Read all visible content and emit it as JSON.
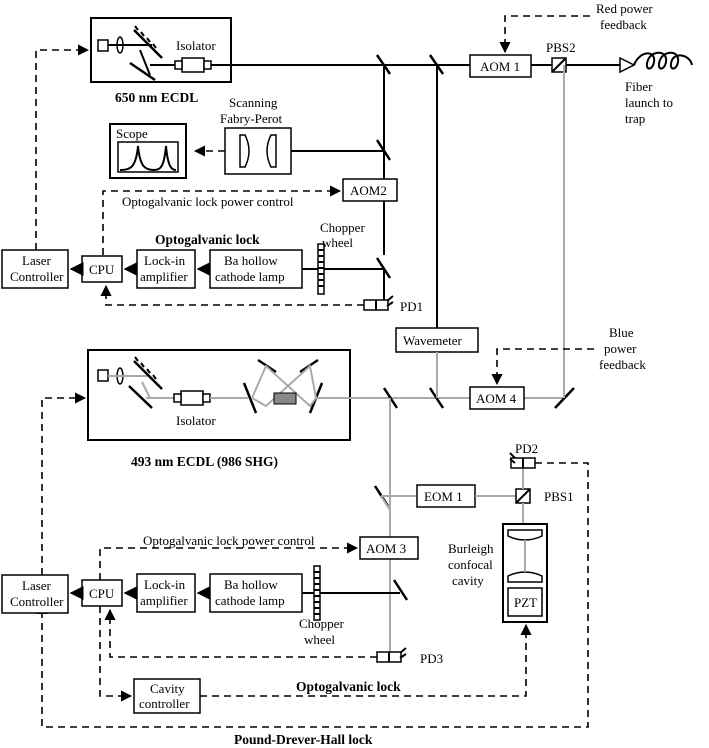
{
  "labels": {
    "ecdl650": "650 nm ECDL",
    "isolator_top": "Isolator",
    "aom1": "AOM 1",
    "pbs2": "PBS2",
    "red_feedback_1": "Red power",
    "red_feedback_2": "feedback",
    "fiber_1": "Fiber",
    "fiber_2": "launch to",
    "fiber_3": "trap",
    "scanning_1": "Scanning",
    "scanning_2": "Fabry-Perot",
    "scope": "Scope",
    "aom2": "AOM2",
    "og_power_top": "Optogalvanic lock power control",
    "og_lock_top": "Optogalvanic lock",
    "chopper_top_1": "Chopper",
    "chopper_top_2": "wheel",
    "laser_ctrl_top_1": "Laser",
    "laser_ctrl_top_2": "Controller",
    "cpu_top": "CPU",
    "lockin_top_1": "Lock-in",
    "lockin_top_2": "amplifier",
    "ba_top_1": "Ba hollow",
    "ba_top_2": "cathode lamp",
    "pd1": "PD1",
    "wavemeter": "Wavemeter",
    "blue_feedback_1": "Blue",
    "blue_feedback_2": "power",
    "blue_feedback_3": "feedback",
    "isolator_bottom": "Isolator",
    "aom4": "AOM 4",
    "ecdl493": "493 nm ECDL (986 SHG)",
    "pd2": "PD2",
    "eom1": "EOM 1",
    "pbs1": "PBS1",
    "burleigh_1": "Burleigh",
    "burleigh_2": "confocal",
    "burleigh_3": "cavity",
    "og_power_bottom": "Optogalvanic lock power control",
    "aom3": "AOM 3",
    "laser_ctrl_bottom_1": "Laser",
    "laser_ctrl_bottom_2": "Controller",
    "cpu_bottom": "CPU",
    "lockin_bottom_1": "Lock-in",
    "lockin_bottom_2": "amplifier",
    "ba_bottom_1": "Ba hollow",
    "ba_bottom_2": "cathode lamp",
    "chopper_bottom_1": "Chopper",
    "chopper_bottom_2": "wheel",
    "pzt": "PZT",
    "pd3": "PD3",
    "cavity_ctrl_1": "Cavity",
    "cavity_ctrl_2": "controller",
    "og_lock_bottom": "Optogalvanic lock",
    "pdh_lock": "Pound-Drever-Hall lock"
  },
  "colors": {
    "red_beam": "#000000",
    "blue_beam": "#aaaaaa",
    "crystal": "#888888"
  }
}
